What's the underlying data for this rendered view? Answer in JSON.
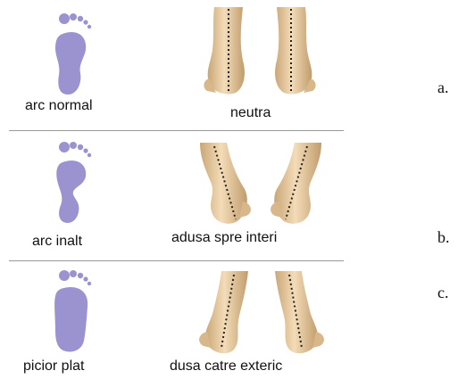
{
  "rows": [
    {
      "foot_label": "arc normal",
      "ankle_label": "neutra"
    },
    {
      "foot_label": "arc inalt",
      "ankle_label": "adusa spre interi"
    },
    {
      "foot_label": "picior plat",
      "ankle_label": "dusa catre exteric"
    }
  ],
  "letters": [
    "a.",
    "b.",
    "c."
  ],
  "colors": {
    "footprint": "#9b93cf",
    "skin": "#e6c9a0",
    "skin_shadow": "#c9a778",
    "separator": "#999999"
  }
}
